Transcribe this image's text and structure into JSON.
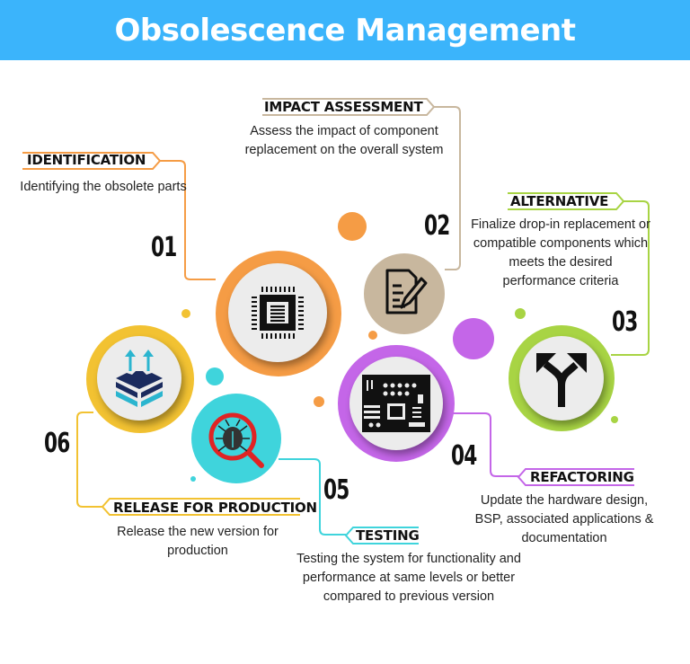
{
  "header": {
    "title": "Obsolescence Management"
  },
  "colors": {
    "header_bg": "#3bb4fb",
    "step1": "#f59c45",
    "step2": "#c8b79e",
    "step3": "#a8d444",
    "step4": "#c466e8",
    "step5": "#3fd4dc",
    "step6": "#f2c232"
  },
  "steps": [
    {
      "number": "01",
      "label": "IDENTIFICATION",
      "description": "Identifying the obsolete parts",
      "icon": "microchip-icon"
    },
    {
      "number": "02",
      "label": "IMPACT ASSESSMENT",
      "description": "Assess the impact of component replacement on the overall system",
      "icon": "document-edit-icon"
    },
    {
      "number": "03",
      "label": "ALTERNATIVE",
      "description": "Finalize drop-in replacement or compatible components which meets the desired performance criteria",
      "icon": "split-arrow-icon"
    },
    {
      "number": "04",
      "label": "REFACTORING",
      "description": "Update the hardware design, BSP, associated applications & documentation",
      "icon": "circuit-board-icon"
    },
    {
      "number": "05",
      "label": "TESTING",
      "description": "Testing the system for functionality and performance at same levels or better compared to previous version",
      "icon": "bug-search-icon"
    },
    {
      "number": "06",
      "label": "RELEASE FOR PRODUCTION",
      "description": "Release the new version for production",
      "icon": "layers-upload-icon"
    }
  ]
}
